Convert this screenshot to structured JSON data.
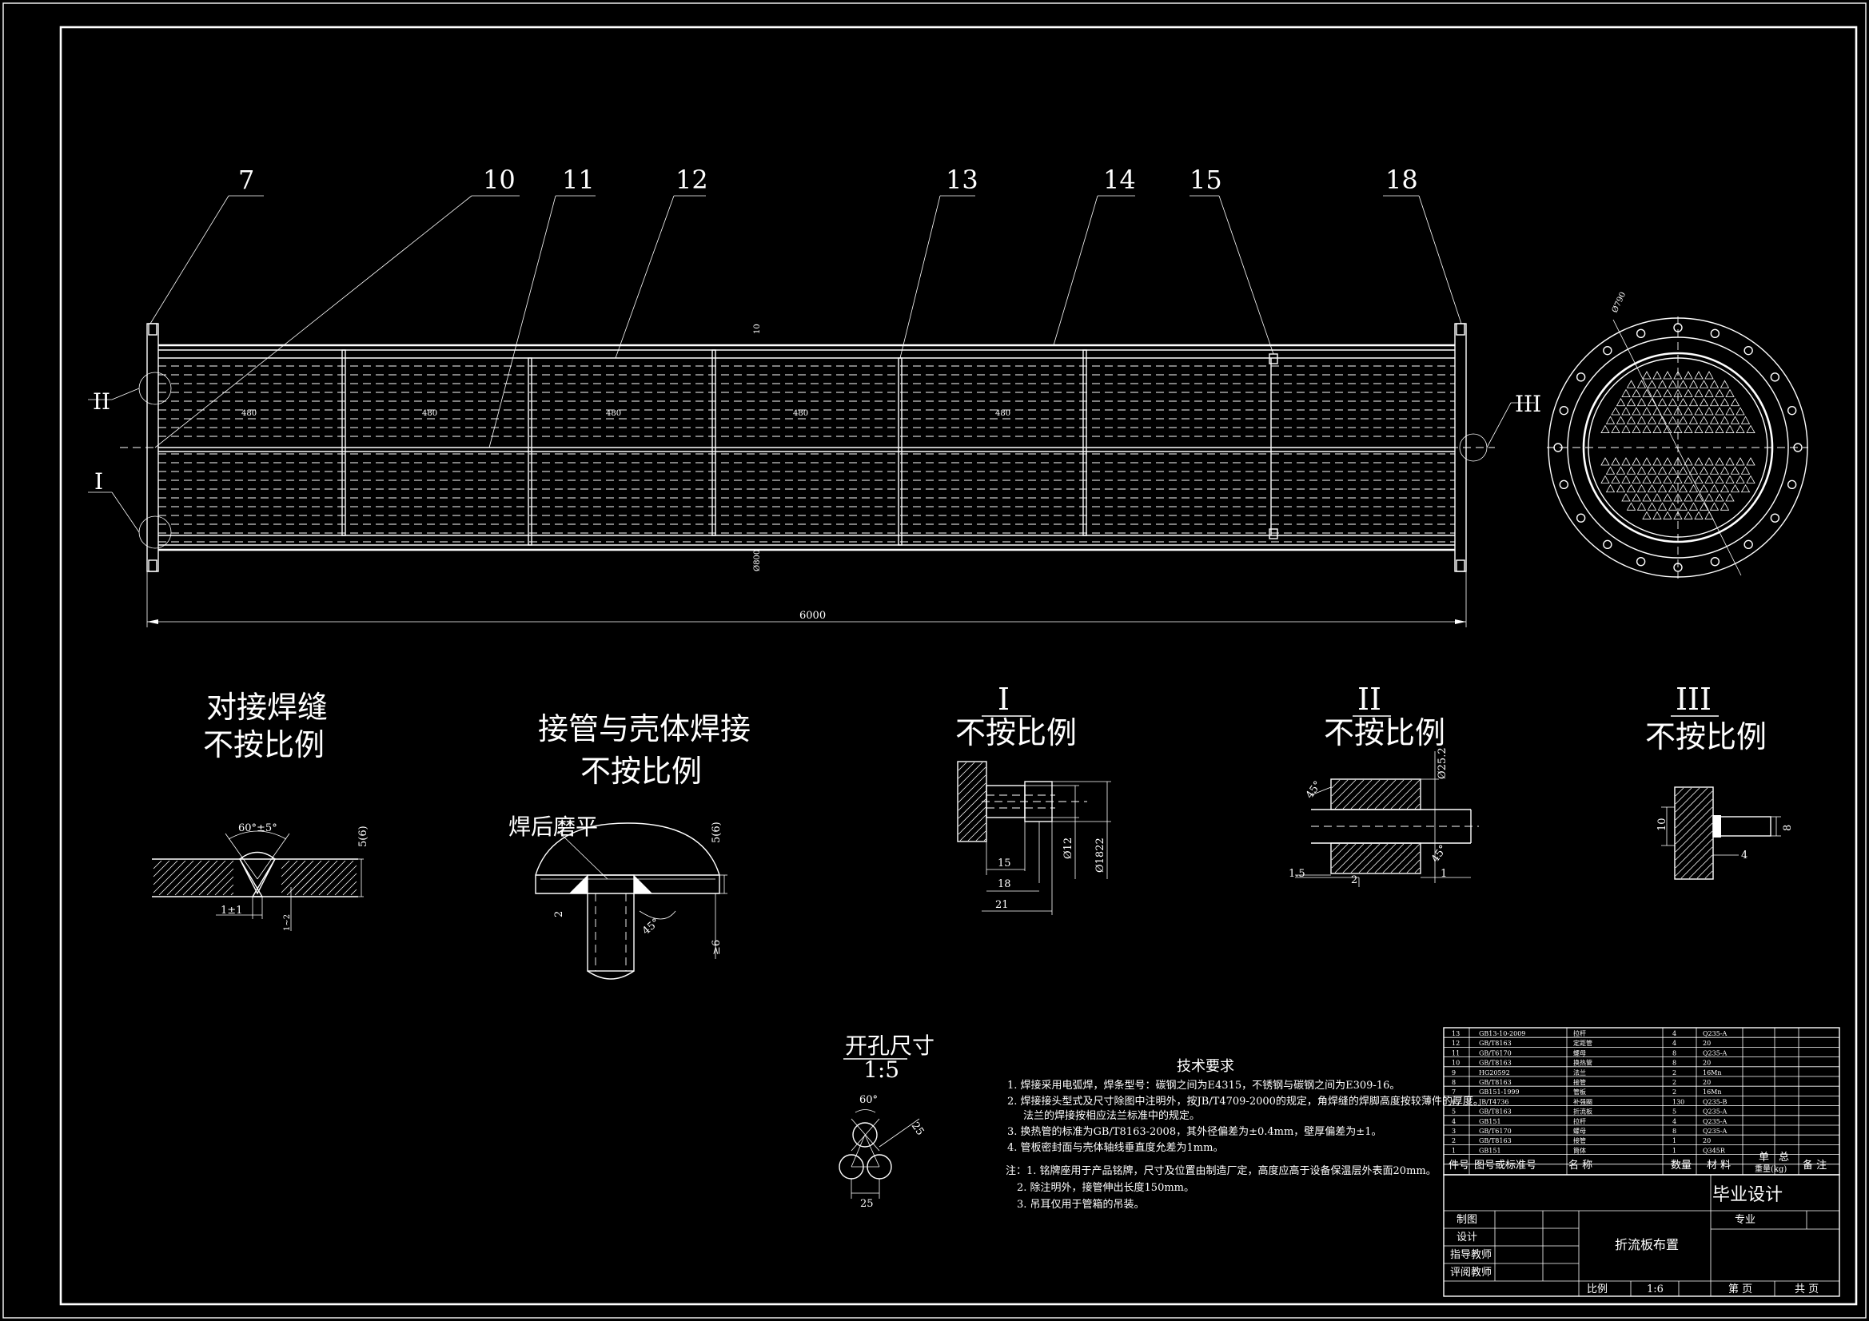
{
  "part_numbers": [
    "7",
    "10",
    "11",
    "12",
    "13",
    "14",
    "15",
    "18"
  ],
  "section_marks": {
    "left_upper": "II",
    "left_lower": "I",
    "right": "III"
  },
  "dims": {
    "length": "6000",
    "spacing": [
      "480",
      "480",
      "480",
      "480",
      "480"
    ],
    "top_thk": "10",
    "dia": "Ø800",
    "ring_dia": "Ø790"
  },
  "details": {
    "butt_weld": {
      "title1": "对接焊缝",
      "title2": "不按比例",
      "angle": "60°±5°",
      "gap": "1±1",
      "thk": "5(6)",
      "root": "1~2"
    },
    "nozzle_weld": {
      "title1": "接管与壳体焊接",
      "title2": "不按比例",
      "note": "焊后磨平",
      "thk": "5(6)",
      "angle": "45°",
      "len": "≥6",
      "gap": "2"
    },
    "detail_I": {
      "roman": "I",
      "title": "不按比例",
      "d1": "15",
      "d2": "18",
      "d3": "21",
      "d4": "Ø12",
      "d5": "Ø1822"
    },
    "detail_II": {
      "roman": "II",
      "title": "不按比例",
      "angle": "45°",
      "dia": "Ø25.2",
      "l1": "1.5",
      "l2": "2",
      "l3": "1",
      "ang2": "45°"
    },
    "detail_III": {
      "roman": "III",
      "title": "不按比例",
      "d1": "10",
      "d2": "8",
      "d3": "4"
    }
  },
  "hole_pattern": {
    "title": "开孔尺寸",
    "scale": "1:5",
    "angle": "60°",
    "pitch": "25",
    "dia": "25"
  },
  "tech_req": {
    "title": "技术要求",
    "items": [
      "1. 焊接采用电弧焊，焊条型号：碳钢之间为E4315，不锈钢与碳钢之间为E309-16。",
      "2. 焊接接头型式及尺寸除图中注明外，按JB/T4709-2000的规定，角焊缝的焊脚高度按较薄件的厚度。",
      "法兰的焊接按相应法兰标准中的规定。",
      "3. 换热管的标准为GB/T8163-2008，其外径偏差为±0.4mm，壁厚偏差为±1。",
      "4. 管板密封面与壳体轴线垂直度允差为1mm。"
    ],
    "notes": [
      "注：1. 铭牌座用于产品铭牌，尺寸及位置由制造厂定，高度应高于设备保温层外表面20mm。",
      "2. 除注明外，接管伸出长度150mm。",
      "3. 吊耳仅用于管箱的吊装。"
    ]
  },
  "bom_header": [
    "件号",
    "图号或标准号",
    "名 称",
    "数量",
    "材 料",
    "单",
    "总",
    "备 注"
  ],
  "bom_header2": [
    "重量(kg)"
  ],
  "bom_rows": [
    [
      "13",
      "GB13-10-2009",
      "拉杆",
      "4",
      "Q235-A"
    ],
    [
      "12",
      "GB/T8163",
      "定距管",
      "4",
      "20"
    ],
    [
      "11",
      "GB/T6170",
      "螺母",
      "8",
      "Q235-A"
    ],
    [
      "10",
      "GB/T8163",
      "换热管",
      "8",
      "20"
    ],
    [
      "9",
      "HG20592",
      "法兰",
      "2",
      "16Mn"
    ],
    [
      "8",
      "GB/T8163",
      "接管",
      "2",
      "20"
    ],
    [
      "7",
      "GB151-1999",
      "管板",
      "2",
      "16Mn"
    ],
    [
      "6",
      "JB/T4736",
      "补强圈",
      "130",
      "Q235-B"
    ],
    [
      "5",
      "GB/T8163",
      "折流板",
      "5",
      "Q235-A"
    ],
    [
      "4",
      "GB151",
      "拉杆",
      "4",
      "Q235-A"
    ],
    [
      "3",
      "GB/T6170",
      "螺母",
      "8",
      "Q235-A"
    ],
    [
      "2",
      "GB/T8163",
      "接管",
      "1",
      "20"
    ],
    [
      "1",
      "GB151",
      "筒体",
      "1",
      "Q345R"
    ]
  ],
  "title_block": {
    "project": "毕业设计",
    "drawing_name": "折流板布置",
    "major": "专业",
    "rows": [
      "制图",
      "设计",
      "指导教师",
      "评阅教师"
    ],
    "scale_label": "比例",
    "scale": "1:6",
    "sheet": "第 页",
    "total": "共 页"
  }
}
